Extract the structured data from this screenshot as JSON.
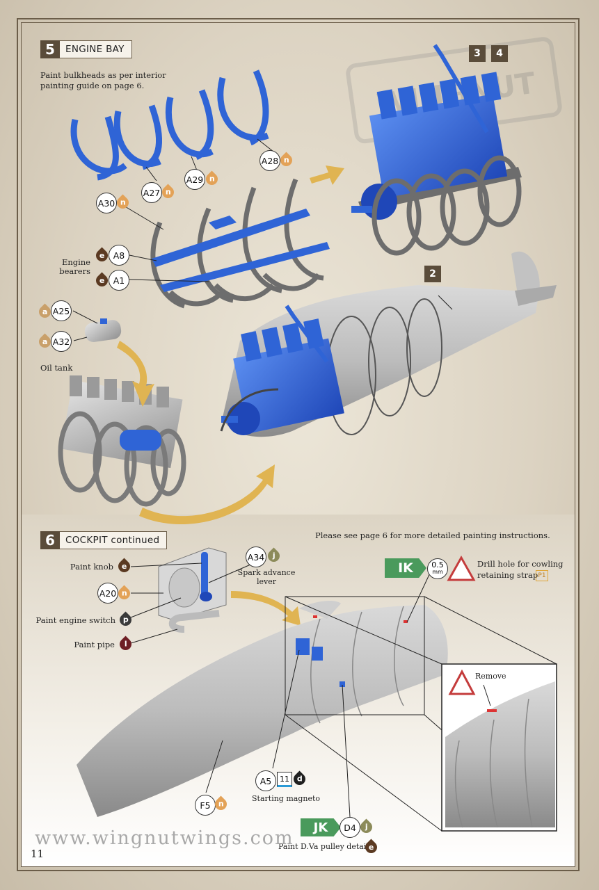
{
  "step5": {
    "number": "5",
    "title": "ENGINE BAY",
    "note": "Paint bulkheads as per interior painting guide on page 6.",
    "engine_bearers_label": "Engine bearers",
    "oil_tank_label": "Oil tank",
    "parts": {
      "a30": "A30",
      "a27": "A27",
      "a29": "A29",
      "a28": "A28",
      "a8": "A8",
      "a1": "A1",
      "a25": "A25",
      "a32": "A32"
    },
    "callouts": {
      "c3": "3",
      "c4": "4",
      "c2": "2"
    }
  },
  "step6": {
    "number": "6",
    "title": "COCKPIT continued",
    "note": "Please see page 6 for more detailed painting instructions.",
    "paint_knob": "Paint knob",
    "paint_engine_switch": "Paint engine switch",
    "paint_pipe": "Paint pipe",
    "spark_advance": "Spark advance lever",
    "drill_line1": "Drill hole for cowling",
    "drill_line2": "retaining strap",
    "drill_size": "0.5",
    "drill_unit": "mm",
    "p1": "P1",
    "remove": "Remove",
    "starting_magneto": "Starting magneto",
    "pulley": "Paint D.Va pulley detail",
    "ik": "IK",
    "jk": "JK",
    "parts": {
      "a34": "A34",
      "a20": "A20",
      "a5": "A5",
      "d4": "D4",
      "f5": "F5",
      "n11": "11"
    }
  },
  "paint_codes": {
    "n": "n",
    "e": "e",
    "a": "a",
    "j": "j",
    "p": "p",
    "l": "l",
    "d": "d"
  },
  "colors": {
    "n": "#e3a257",
    "e": "#5b3a22",
    "a": "#c9a06a",
    "j": "#8c8b5a",
    "p": "#3a3a3a",
    "l": "#6e1e24",
    "d": "#1f1f1f",
    "green": "#4a9a5c",
    "blue_parts": "#2f64d6",
    "arrow": "#e0b452"
  },
  "footer": {
    "url": "www.wingnutwings.com",
    "page": "11"
  }
}
